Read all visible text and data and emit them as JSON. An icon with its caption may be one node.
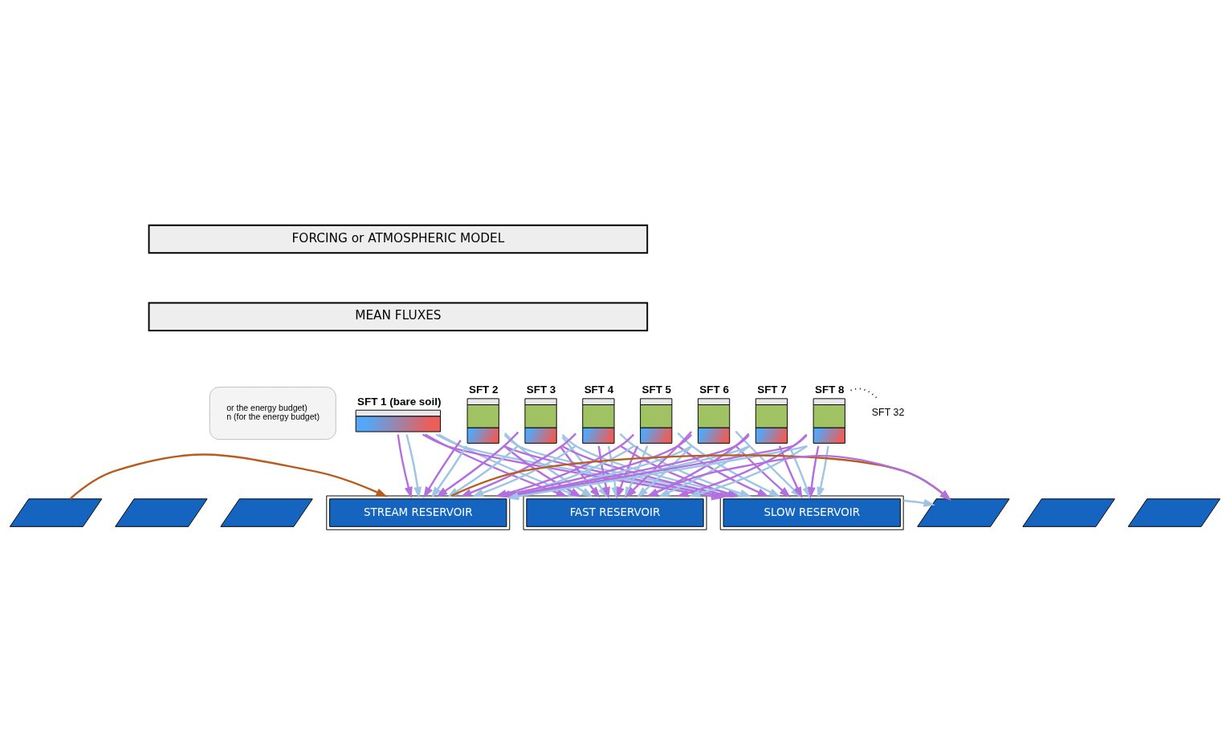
{
  "diagram": {
    "nodes": [
      {
        "text": [
          "FORCING or ATMOSPHERIC MODEL"
        ]
      },
      {
        "text": [
          "MEAN FLUXES"
        ]
      },
      {
        "text": [
          "or the energy budget)",
          "n (for the energy budget)"
        ]
      },
      {
        "text": [
          "SFT 1 (bare soil)"
        ]
      },
      {
        "text": [
          "SFT 2"
        ]
      },
      {
        "text": [
          "SFT 3"
        ]
      },
      {
        "text": [
          "SFT 4"
        ]
      },
      {
        "text": [
          "SFT 5"
        ]
      },
      {
        "text": [
          "SFT 6"
        ]
      },
      {
        "text": [
          "SFT 7"
        ]
      },
      {
        "text": [
          "SFT 8"
        ]
      },
      {
        "text": [
          "SFT 32"
        ]
      },
      {
        "text": [],
        "shape": "parallelogram"
      },
      {
        "text": [],
        "shape": "parallelogram"
      },
      {
        "text": [],
        "shape": "parallelogram"
      },
      {
        "text": [
          "STREAM RESERVOIR"
        ]
      },
      {
        "text": [
          "FAST RESERVOIR"
        ]
      },
      {
        "text": [
          "SLOW RESERVOIR"
        ]
      },
      {
        "text": [],
        "shape": "parallelogram"
      },
      {
        "text": [],
        "shape": "parallelogram"
      },
      {
        "text": [],
        "shape": "parallelogram"
      }
    ],
    "edges": [
      {
        "from": 3,
        "to": 15,
        "arrow": "to",
        "color": "#b36fdf"
      },
      {
        "from": 3,
        "to": 16,
        "arrow": "to",
        "color": "#b36fdf"
      },
      {
        "from": 3,
        "to": 17,
        "arrow": "to",
        "color": "#b36fdf"
      },
      {
        "from": 3,
        "to": 15,
        "arrow": "to",
        "color": "#9fc5e4"
      },
      {
        "from": 3,
        "to": 16,
        "arrow": "to",
        "color": "#9fc5e4"
      },
      {
        "from": 3,
        "to": 17,
        "arrow": "to",
        "color": "#9fc5e4"
      },
      {
        "from": 4,
        "to": 15,
        "arrow": "to",
        "color": "#b36fdf"
      },
      {
        "from": 4,
        "to": 16,
        "arrow": "to",
        "color": "#b36fdf"
      },
      {
        "from": 4,
        "to": 17,
        "arrow": "to",
        "color": "#b36fdf"
      },
      {
        "from": 4,
        "to": 15,
        "arrow": "to",
        "color": "#9fc5e4"
      },
      {
        "from": 4,
        "to": 16,
        "arrow": "to",
        "color": "#9fc5e4"
      },
      {
        "from": 4,
        "to": 17,
        "arrow": "to",
        "color": "#9fc5e4"
      },
      {
        "from": 5,
        "to": 15,
        "arrow": "to",
        "color": "#b36fdf"
      },
      {
        "from": 5,
        "to": 16,
        "arrow": "to",
        "color": "#b36fdf"
      },
      {
        "from": 5,
        "to": 17,
        "arrow": "to",
        "color": "#b36fdf"
      },
      {
        "from": 5,
        "to": 15,
        "arrow": "to",
        "color": "#9fc5e4"
      },
      {
        "from": 5,
        "to": 16,
        "arrow": "to",
        "color": "#9fc5e4"
      },
      {
        "from": 5,
        "to": 17,
        "arrow": "to",
        "color": "#9fc5e4"
      },
      {
        "from": 6,
        "to": 15,
        "arrow": "to",
        "color": "#b36fdf"
      },
      {
        "from": 6,
        "to": 16,
        "arrow": "to",
        "color": "#b36fdf"
      },
      {
        "from": 6,
        "to": 17,
        "arrow": "to",
        "color": "#b36fdf"
      },
      {
        "from": 6,
        "to": 15,
        "arrow": "to",
        "color": "#9fc5e4"
      },
      {
        "from": 6,
        "to": 16,
        "arrow": "to",
        "color": "#9fc5e4"
      },
      {
        "from": 6,
        "to": 17,
        "arrow": "to",
        "color": "#9fc5e4"
      },
      {
        "from": 7,
        "to": 15,
        "arrow": "to",
        "color": "#b36fdf"
      },
      {
        "from": 7,
        "to": 16,
        "arrow": "to",
        "color": "#b36fdf"
      },
      {
        "from": 7,
        "to": 17,
        "arrow": "to",
        "color": "#b36fdf"
      },
      {
        "from": 7,
        "to": 15,
        "arrow": "to",
        "color": "#9fc5e4"
      },
      {
        "from": 7,
        "to": 16,
        "arrow": "to",
        "color": "#9fc5e4"
      },
      {
        "from": 7,
        "to": 17,
        "arrow": "to",
        "color": "#9fc5e4"
      },
      {
        "from": 8,
        "to": 15,
        "arrow": "to",
        "color": "#b36fdf"
      },
      {
        "from": 8,
        "to": 16,
        "arrow": "to",
        "color": "#b36fdf"
      },
      {
        "from": 8,
        "to": 17,
        "arrow": "to",
        "color": "#b36fdf"
      },
      {
        "from": 8,
        "to": 15,
        "arrow": "to",
        "color": "#9fc5e4"
      },
      {
        "from": 8,
        "to": 16,
        "arrow": "to",
        "color": "#9fc5e4"
      },
      {
        "from": 8,
        "to": 17,
        "arrow": "to",
        "color": "#9fc5e4"
      },
      {
        "from": 9,
        "to": 15,
        "arrow": "to",
        "color": "#b36fdf"
      },
      {
        "from": 9,
        "to": 16,
        "arrow": "to",
        "color": "#b36fdf"
      },
      {
        "from": 9,
        "to": 17,
        "arrow": "to",
        "color": "#b36fdf"
      },
      {
        "from": 9,
        "to": 15,
        "arrow": "to",
        "color": "#9fc5e4"
      },
      {
        "from": 9,
        "to": 16,
        "arrow": "to",
        "color": "#9fc5e4"
      },
      {
        "from": 9,
        "to": 17,
        "arrow": "to",
        "color": "#9fc5e4"
      },
      {
        "from": 10,
        "to": 15,
        "arrow": "to",
        "color": "#b36fdf"
      },
      {
        "from": 10,
        "to": 16,
        "arrow": "to",
        "color": "#b36fdf"
      },
      {
        "from": 10,
        "to": 17,
        "arrow": "to",
        "color": "#b36fdf"
      },
      {
        "from": 10,
        "to": 15,
        "arrow": "to",
        "color": "#9fc5e4"
      },
      {
        "from": 10,
        "to": 16,
        "arrow": "to",
        "color": "#9fc5e4"
      },
      {
        "from": 10,
        "to": 17,
        "arrow": "to",
        "color": "#9fc5e4"
      },
      {
        "from": 10,
        "to": 11,
        "arrow": "none",
        "style": "dashed",
        "color": "#000000"
      },
      {
        "from": 12,
        "to": 15,
        "arrow": "to",
        "color": "#b85c1e"
      },
      {
        "from": 15,
        "to": 18,
        "arrow": "to",
        "color": "#b85c1e"
      },
      {
        "from": 16,
        "to": 18,
        "arrow": "to",
        "color": "#b36fdf"
      },
      {
        "from": 17,
        "to": 18,
        "arrow": "to",
        "color": "#9fc5e4"
      }
    ]
  }
}
